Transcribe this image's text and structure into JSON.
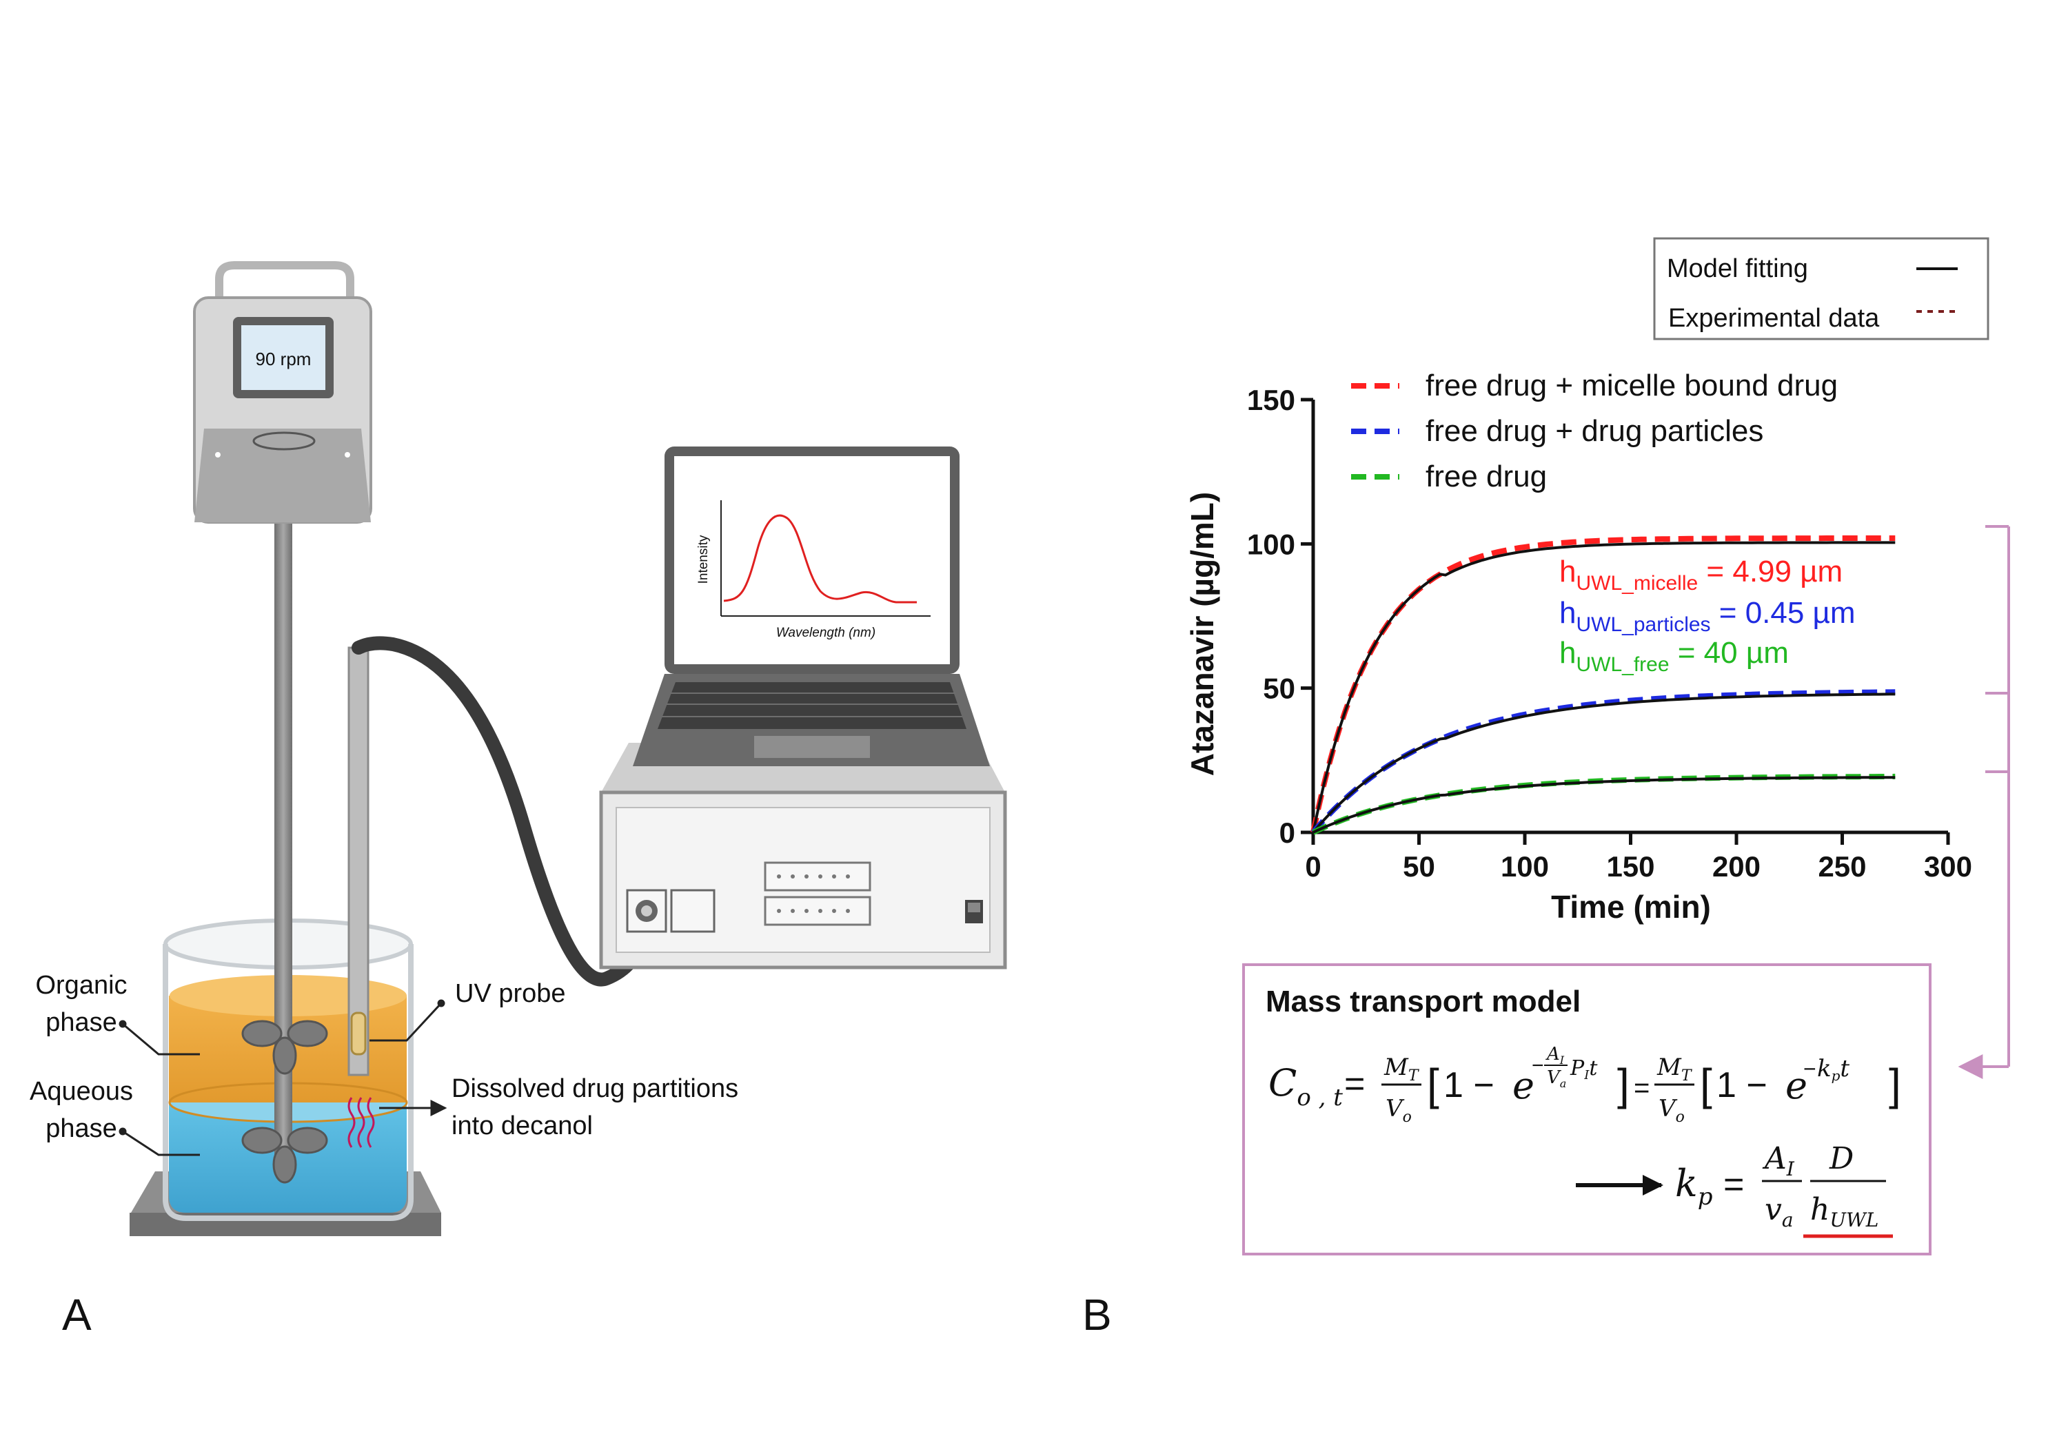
{
  "panel_a": {
    "letter": "A",
    "stirrer_display": "90 rpm",
    "screen_chart": {
      "ylabel": "Intensity",
      "xlabel": "Wavelength (nm)"
    },
    "labels": {
      "organic_line1": "Organic",
      "organic_line2": "phase",
      "aqueous_line1": "Aqueous",
      "aqueous_line2": "phase",
      "uv_probe": "UV probe",
      "partition_line1": "Dissolved drug partitions",
      "partition_line2": "into decanol"
    },
    "colors": {
      "organic": "#E8A33C",
      "aqueous": "#4FB3D9",
      "spectrum": "#E02020"
    }
  },
  "panel_b": {
    "letter": "B",
    "key_box": {
      "model_fitting": "Model fitting",
      "experimental_data": "Experimental data"
    },
    "annotations": {
      "h_micelle_main": "h",
      "h_micelle_sub": "UWL_micelle",
      "h_micelle_val": " = 4.99 µm",
      "h_particles_main": "h",
      "h_particles_sub": "UWL_particles",
      "h_particles_val": " = 0.45 µm",
      "h_free_main": "h",
      "h_free_sub": "UWL_free",
      "h_free_val": " = 40 µm"
    },
    "model_box": {
      "title": "Mass transport model"
    }
  },
  "chart_data": {
    "type": "line",
    "xlabel": "Time (min)",
    "ylabel": "Atazanavir (µg/mL)",
    "xlim": [
      0,
      300
    ],
    "ylim": [
      0,
      150
    ],
    "xticks": [
      0,
      50,
      100,
      150,
      200,
      250,
      300
    ],
    "yticks": [
      0,
      50,
      100,
      150
    ],
    "legend_position": "top-left",
    "series": [
      {
        "name": "free drug + micelle bound drug",
        "color": "#FF2020",
        "plateau": 102,
        "k": 0.035,
        "x": [
          0,
          25,
          50,
          75,
          100,
          150,
          200,
          275
        ],
        "y": [
          0,
          59,
          84,
          95,
          99,
          102,
          102,
          102
        ]
      },
      {
        "name": "free drug + drug particles",
        "color": "#1E2BE0",
        "plateau": 49,
        "k": 0.018,
        "x": [
          0,
          25,
          50,
          75,
          100,
          150,
          200,
          275
        ],
        "y": [
          0,
          18,
          29,
          37,
          41,
          46,
          48,
          49
        ]
      },
      {
        "name": "free drug",
        "color": "#22B822",
        "plateau": 19.5,
        "k": 0.018,
        "x": [
          0,
          25,
          50,
          75,
          100,
          150,
          200,
          275
        ],
        "y": [
          0,
          7,
          11.5,
          14.5,
          16,
          18,
          19,
          19.5
        ]
      }
    ]
  }
}
